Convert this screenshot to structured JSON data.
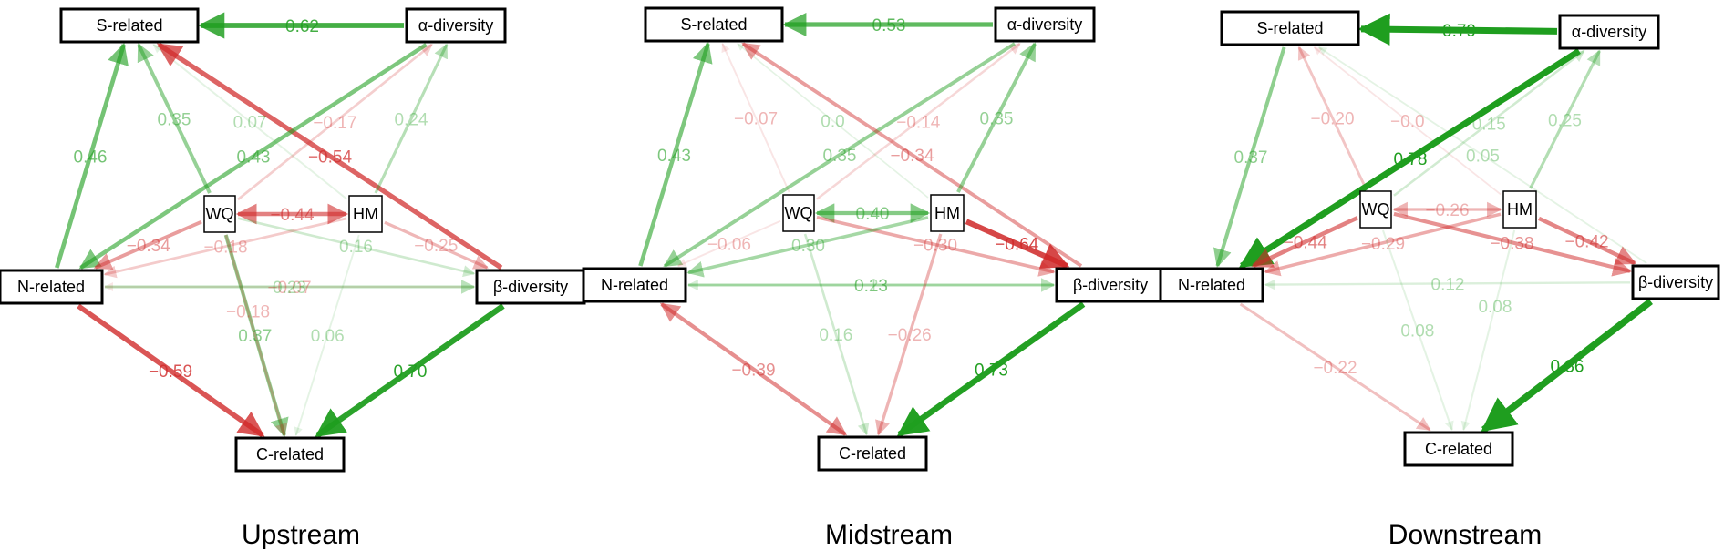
{
  "colors": {
    "positive": "#1f9e1f",
    "negative": "#d02a2a",
    "node_border": "#000000",
    "background": "#ffffff"
  },
  "panels": [
    {
      "title": "Upstream",
      "nodes": {
        "S": "S-related",
        "A": "α-diversity",
        "N": "N-related",
        "B": "β-diversity",
        "C": "C-related",
        "WQ": "WQ",
        "HM": "HM"
      },
      "edges": [
        {
          "from": "A",
          "to": "S",
          "label": "0.62",
          "value": 0.62
        },
        {
          "from": "N",
          "to": "S",
          "label": "0.46",
          "value": 0.46
        },
        {
          "from": "WQ",
          "to": "S",
          "label": "0.35",
          "value": 0.35
        },
        {
          "from": "HM",
          "to": "S",
          "label": "0.07",
          "value": 0.07
        },
        {
          "from": "B",
          "to": "S",
          "label": "−0.54",
          "value": -0.54
        },
        {
          "from": "WQ",
          "to": "A",
          "label": "−0.17",
          "value": -0.17
        },
        {
          "from": "HM",
          "to": "A",
          "label": "0.24",
          "value": 0.24
        },
        {
          "from": "A",
          "to": "N",
          "label": "0.43",
          "value": 0.43
        },
        {
          "from": "WQ",
          "to": "HM",
          "label": "−0.44",
          "value": -0.44,
          "bidirectional": true
        },
        {
          "from": "WQ",
          "to": "N",
          "label": "−0.34",
          "value": -0.34
        },
        {
          "from": "WQ",
          "to": "B",
          "label": "0.16",
          "value": 0.16
        },
        {
          "from": "HM",
          "to": "N",
          "label": "−0.18",
          "value": -0.18
        },
        {
          "from": "HM",
          "to": "B",
          "label": "−0.25",
          "value": -0.25
        },
        {
          "from": "B",
          "to": "N",
          "label": "−0.07",
          "value": -0.07
        },
        {
          "from": "N",
          "to": "C",
          "label": "−0.59",
          "value": -0.59
        },
        {
          "from": "WQ",
          "to": "C",
          "label": "0.37",
          "value": 0.37
        },
        {
          "from": "HM",
          "to": "C",
          "label": "0.06",
          "value": 0.06
        },
        {
          "from": "B",
          "to": "C",
          "label": "0.70",
          "value": 0.7
        },
        {
          "from": "WQ",
          "to": "C",
          "label": "−0.18",
          "value": -0.18,
          "curve": true
        },
        {
          "from": "N",
          "to": "B",
          "label": "0.23",
          "value": 0.23
        }
      ]
    },
    {
      "title": "Midstream",
      "nodes": {
        "S": "S-related",
        "A": "α-diversity",
        "N": "N-related",
        "B": "β-diversity",
        "C": "C-related",
        "WQ": "WQ",
        "HM": "HM"
      },
      "edges": [
        {
          "from": "A",
          "to": "S",
          "label": "0.53",
          "value": 0.53
        },
        {
          "from": "N",
          "to": "S",
          "label": "0.43",
          "value": 0.43
        },
        {
          "from": "WQ",
          "to": "S",
          "label": "−0.07",
          "value": -0.07
        },
        {
          "from": "HM",
          "to": "S",
          "label": "0.0",
          "value": 0.02
        },
        {
          "from": "WQ",
          "to": "A",
          "label": "−0.14",
          "value": -0.14
        },
        {
          "from": "A",
          "to": "N",
          "label": "0.35",
          "value": 0.35
        },
        {
          "from": "B",
          "to": "S",
          "label": "−0.34",
          "value": -0.34
        },
        {
          "from": "HM",
          "to": "A",
          "label": "0.35",
          "value": 0.35
        },
        {
          "from": "WQ",
          "to": "HM",
          "label": "0.40",
          "value": 0.4,
          "bidirectional": true
        },
        {
          "from": "WQ",
          "to": "N",
          "label": "−0.06",
          "value": -0.06
        },
        {
          "from": "WQ",
          "to": "B",
          "label": "−0.30",
          "value": -0.3
        },
        {
          "from": "HM",
          "to": "N",
          "label": "0.30",
          "value": 0.3
        },
        {
          "from": "HM",
          "to": "B",
          "label": "−0.64",
          "value": -0.64
        },
        {
          "from": "N",
          "to": "B",
          "label": "0.23",
          "value": 0.23
        },
        {
          "from": "B",
          "to": "N",
          "label": "0.13",
          "value": 0.13
        },
        {
          "from": "WQ",
          "to": "C",
          "label": "0.16",
          "value": 0.16
        },
        {
          "from": "HM",
          "to": "C",
          "label": "−0.26",
          "value": -0.26
        },
        {
          "from": "C",
          "to": "N",
          "label": "−0.39",
          "value": -0.39,
          "bidirectional": true
        },
        {
          "from": "B",
          "to": "C",
          "label": "0.73",
          "value": 0.73
        }
      ]
    },
    {
      "title": "Downstream",
      "nodes": {
        "S": "S-related",
        "A": "α-diversity",
        "N": "N-related",
        "B": "β-diversity",
        "C": "C-related",
        "WQ": "WQ",
        "HM": "HM"
      },
      "edges": [
        {
          "from": "A",
          "to": "S",
          "label": "0.79",
          "value": 0.79
        },
        {
          "from": "S",
          "to": "N",
          "label": "0.37",
          "value": 0.37
        },
        {
          "from": "WQ",
          "to": "S",
          "label": "−0.20",
          "value": -0.2
        },
        {
          "from": "HM",
          "to": "S",
          "label": "−0.0",
          "value": -0.04
        },
        {
          "from": "WQ",
          "to": "A",
          "label": "0.15",
          "value": 0.15
        },
        {
          "from": "A",
          "to": "N",
          "label": "0.78",
          "value": 0.78
        },
        {
          "from": "HM",
          "to": "A",
          "label": "0.25",
          "value": 0.25
        },
        {
          "from": "B",
          "to": "S",
          "label": "0.05",
          "value": 0.05
        },
        {
          "from": "HM",
          "to": "WQ",
          "label": "−0.26",
          "value": -0.26,
          "bidirectional": true
        },
        {
          "from": "WQ",
          "to": "N",
          "label": "−0.44",
          "value": -0.44
        },
        {
          "from": "HM",
          "to": "N",
          "label": "−0.29",
          "value": -0.29
        },
        {
          "from": "WQ",
          "to": "B",
          "label": "−0.38",
          "value": -0.38
        },
        {
          "from": "HM",
          "to": "B",
          "label": "−0.42",
          "value": -0.42
        },
        {
          "from": "B",
          "to": "N",
          "label": "0.12",
          "value": 0.12
        },
        {
          "from": "WQ",
          "to": "C",
          "label": "0.08",
          "value": 0.08
        },
        {
          "from": "HM",
          "to": "C",
          "label": "0.08",
          "value": 0.08,
          "curve": true
        },
        {
          "from": "N",
          "to": "C",
          "label": "−0.22",
          "value": -0.22
        },
        {
          "from": "B",
          "to": "C",
          "label": "0.86",
          "value": 0.86
        }
      ]
    }
  ]
}
